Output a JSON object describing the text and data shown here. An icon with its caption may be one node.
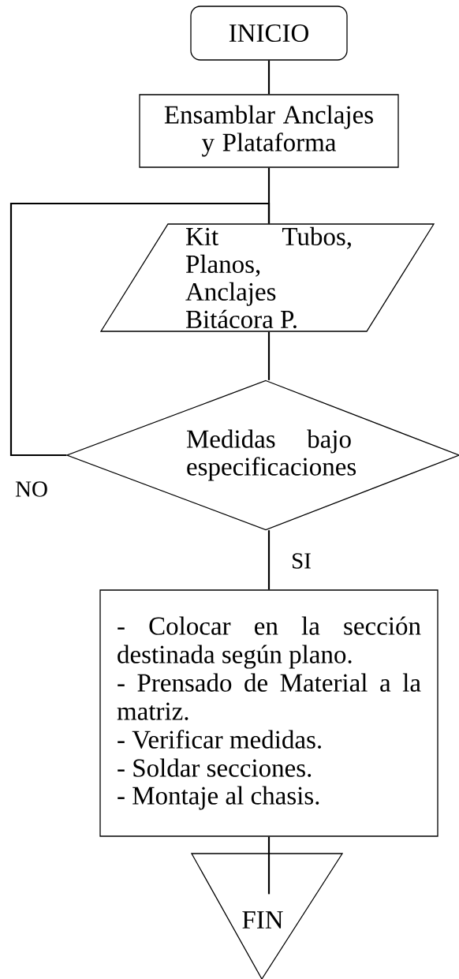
{
  "diagram": {
    "nodes": [
      {
        "text": [
          "INICIO"
        ]
      },
      {
        "text": [
          "Ensamblar Anclajes y Plataforma"
        ]
      },
      {
        "text": [
          "Kit Tubos, Planos, Anclajes Bitácora P."
        ]
      },
      {
        "text": [
          "Medidas bajo especificaciones"
        ]
      },
      {
        "text": [
          "- Colocar en la sección destinada según plano.",
          "- Prensado de Material a la matriz.",
          "- Verificar medidas.",
          "- Soldar secciones.",
          "- Montaje al chasis."
        ]
      },
      {
        "text": [
          "FIN"
        ]
      }
    ],
    "edges": [
      {
        "from": 0,
        "to": 1,
        "arrow": "none"
      },
      {
        "from": 1,
        "to": 2,
        "arrow": "none"
      },
      {
        "from": 2,
        "to": 3,
        "arrow": "none"
      },
      {
        "from": 3,
        "to": 2,
        "arrow": "none",
        "label": "NO"
      },
      {
        "from": 3,
        "to": 4,
        "arrow": "none",
        "label": "SI"
      },
      {
        "from": 4,
        "to": 5,
        "arrow": "none"
      }
    ]
  }
}
